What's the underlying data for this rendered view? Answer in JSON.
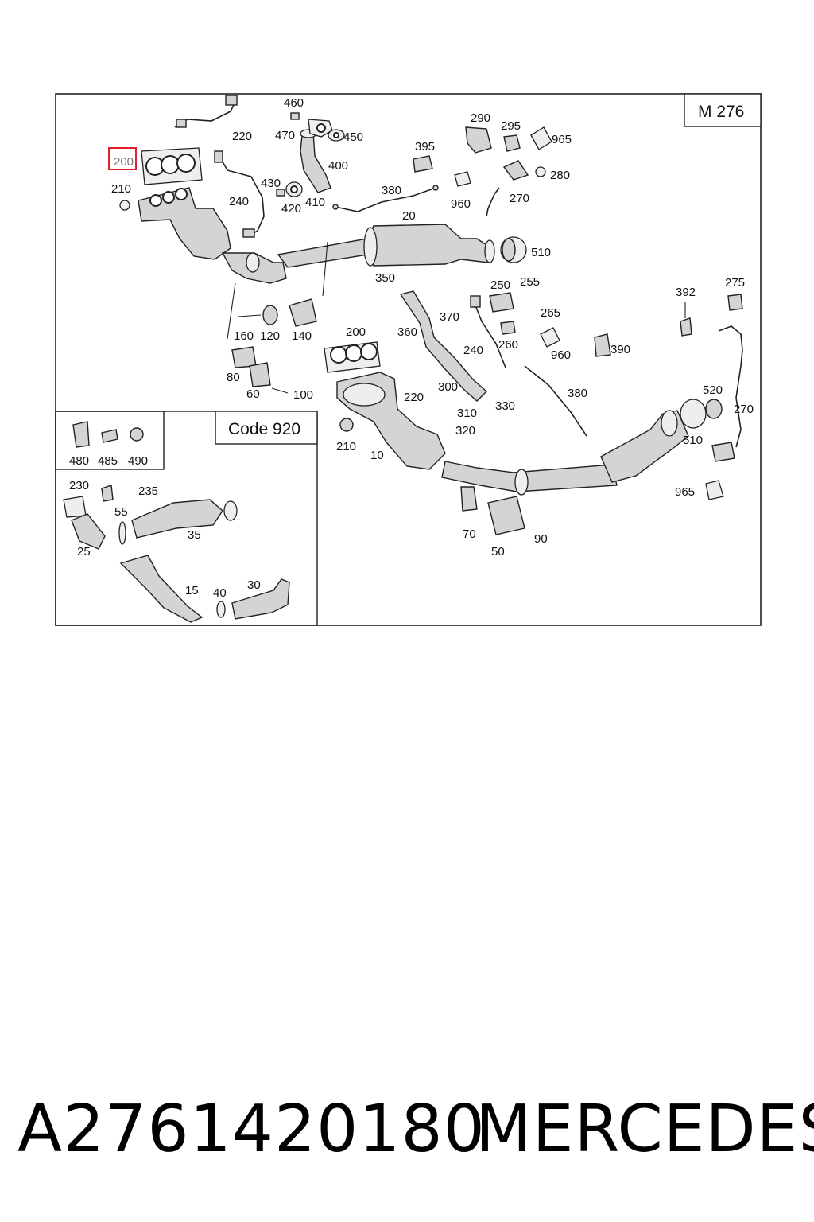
{
  "diagram": {
    "model_box": "M 276",
    "code_box": "Code 920",
    "highlight_color": "#e0202a",
    "highlighted_label": "200",
    "callouts": {
      "c460": "460",
      "c470": "470",
      "c450": "450",
      "c220a": "220",
      "c200h": "200",
      "c210a": "210",
      "c240a": "240",
      "c430": "430",
      "c420": "420",
      "c410": "410",
      "c400": "400",
      "c380a": "380",
      "c20": "20",
      "c395": "395",
      "c290": "290",
      "c295": "295",
      "c965a": "965",
      "c280": "280",
      "c960a": "960",
      "c270a": "270",
      "c510a": "510",
      "c350": "350",
      "c250": "250",
      "c255": "255",
      "c265": "265",
      "c370": "370",
      "c360": "360",
      "c260": "260",
      "c240b": "240",
      "c960b": "960",
      "c390": "390",
      "c392": "392",
      "c275": "275",
      "c380b": "380",
      "c160": "160",
      "c120": "120",
      "c140": "140",
      "c200b": "200",
      "c80": "80",
      "c60": "60",
      "c100": "100",
      "c220b": "220",
      "c300": "300",
      "c310": "310",
      "c330": "330",
      "c320": "320",
      "c210b": "210",
      "c10": "10",
      "c520": "520",
      "c270b": "270",
      "c510b": "510",
      "c965b": "965",
      "c70": "70",
      "c90": "90",
      "c50": "50",
      "c480": "480",
      "c485": "485",
      "c490": "490",
      "c230": "230",
      "c235": "235",
      "c55": "55",
      "c35": "35",
      "c25": "25",
      "c15": "15",
      "c40": "40",
      "c30": "30"
    }
  },
  "footer": {
    "part_number": "A2761420180",
    "brand": "MERCEDES"
  }
}
